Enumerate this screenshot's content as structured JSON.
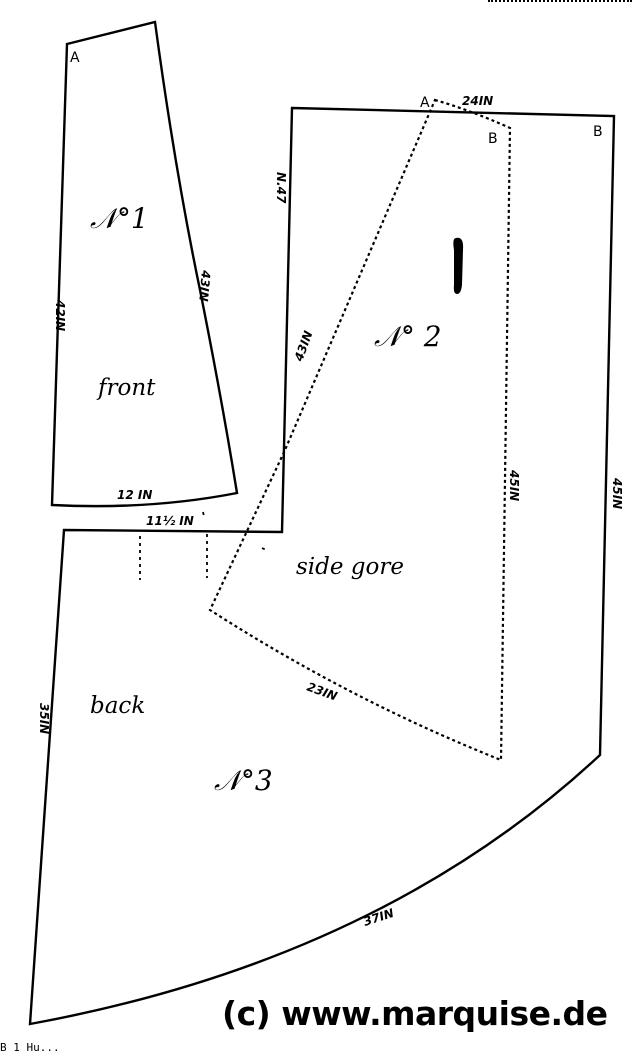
{
  "pieces": {
    "no1": {
      "number": "𝒩°1",
      "name": "front",
      "corner_a": "A",
      "measure_side": "42IN",
      "measure_slant": "43IN",
      "measure_bottom": "12 IN"
    },
    "no2": {
      "number": "𝒩° 2",
      "name": "side gore",
      "corner_a": "A",
      "corner_b": "B",
      "measure_top": "24IN",
      "measure_slant": "43IN",
      "measure_side": "45IN",
      "measure_curve": "23IN"
    },
    "no3": {
      "number": "𝒩°3",
      "name": "back",
      "corner_b": "B",
      "measure_left": "35IN",
      "measure_side": "45IN",
      "measure_top": "11½ IN",
      "measure_upper": "N.47",
      "measure_bottom": "37IN"
    }
  },
  "copyright": "(c) www.marquise.de",
  "caption": "B 1 Hu..."
}
